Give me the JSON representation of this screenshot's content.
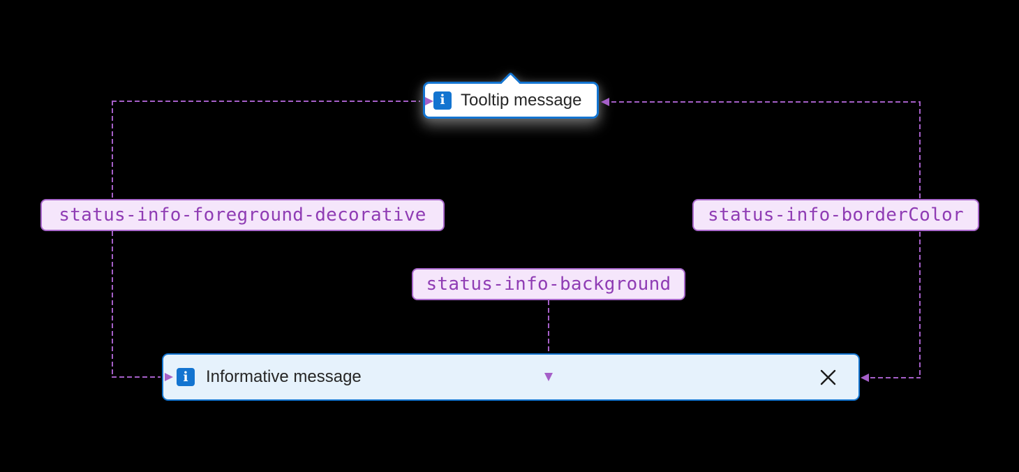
{
  "colors": {
    "connector": "#A55FC8",
    "token_bg": "#F5E6FB",
    "token_border": "#A968CC",
    "token_text": "#8F3CB4",
    "info_border": "#1374D0",
    "info_icon_bg": "#1374D0",
    "info_banner_bg": "#E6F2FC",
    "tooltip_bg": "#FFFFFF",
    "text": "#262626",
    "canvas_bg": "#000000"
  },
  "tooltip": {
    "message": "Tooltip message"
  },
  "banner": {
    "message": "Informative message"
  },
  "icons": {
    "info_glyph": "i",
    "info_name": "info-icon",
    "close_name": "close-x-icon"
  },
  "tokens": [
    {
      "label": "status-info-foreground-decorative"
    },
    {
      "label": "status-info-borderColor"
    },
    {
      "label": "status-info-background"
    }
  ]
}
